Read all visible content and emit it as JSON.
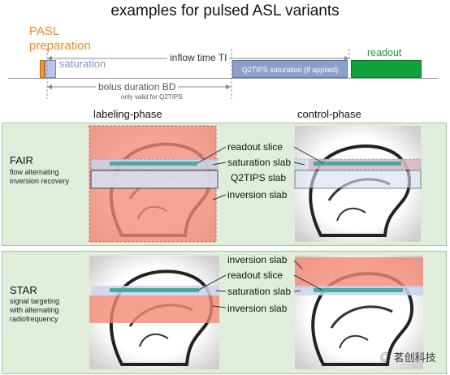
{
  "title": "examples for pulsed ASL variants",
  "timeline": {
    "pasl_label_line1": "PASL",
    "pasl_label_line2": "preparation",
    "saturation_label": "saturation",
    "inflow_label": "inflow time TI",
    "q2tips_box_label": "Q2TIPS saturation (if applied)",
    "readout_label": "readout",
    "bolus_label": "bolus duration BD",
    "bolus_note": "only valid for Q2TIPS"
  },
  "phases": {
    "labeling": "labeling-phase",
    "control": "control-phase"
  },
  "fair": {
    "title": "FAIR",
    "desc_line1": "flow alternating",
    "desc_line2": "inversion recovery",
    "annotations": {
      "readout_slice": "readout slice",
      "saturation_slab": "saturation slab",
      "q2tips_slab": "Q2TIPS slab",
      "inversion_slab": "inversion slab"
    }
  },
  "star": {
    "title": "STAR",
    "desc_line1": "signal targeting",
    "desc_line2": "with alternating",
    "desc_line3": "radiofrequency",
    "annotations": {
      "inversion_slab_top": "inversion slab",
      "readout_slice": "readout slice",
      "saturation_slab": "saturation slab",
      "inversion_slab_bottom": "inversion slab"
    }
  },
  "watermark": "茗创科技",
  "colors": {
    "pasl_orange": "#f39a1d",
    "saturation_blue": "#b7c6e8",
    "q2tips_blue": "#8aa0c6",
    "readout_green": "#10a23a",
    "inversion_red": "#f28a74",
    "readout_slice_teal": "#4aa9a0",
    "panel_green": "#e1eddb"
  }
}
